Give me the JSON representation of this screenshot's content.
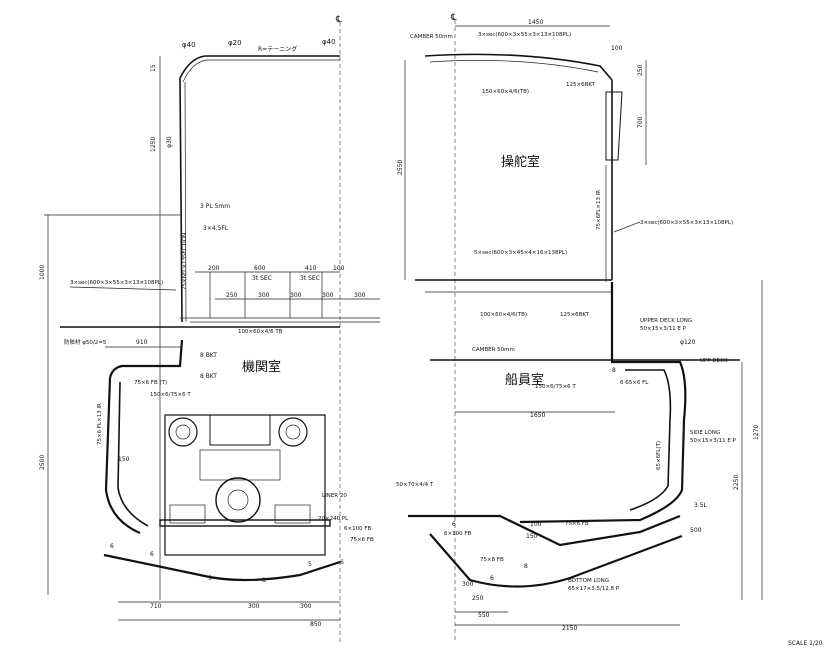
{
  "rooms": {
    "engine_room": "機関室",
    "wheelhouse": "操舵室",
    "crew_room": "船員室"
  },
  "scale_label": "SCALE 1/20",
  "left_section": {
    "roof_marks": [
      "φ40",
      "φ20",
      "φ40"
    ],
    "roof_cant": "R=テーニング",
    "height_dims": [
      "15",
      "1250",
      "1000",
      "2500"
    ],
    "post_label": "φ30",
    "plate_label": "3 PL 5mm",
    "post_side_label": "3×4.5FL",
    "post_long_label": "75×6FL×13SECTION",
    "deck_beam_label": "3×sec(600×3×55×3×13×108PL)",
    "deck_top_dims": [
      "200",
      "600",
      "410",
      "100"
    ],
    "deck_sec_labels": [
      "3t SEC",
      "3t SEC"
    ],
    "deck_spacing": [
      "250",
      "300",
      "300",
      "300",
      "300"
    ],
    "deck_girder_label": "100×60×4/6 TB",
    "vent_label": "防舷材 φ50/2=5",
    "bkt_label_1": "8 BKT",
    "bkt_label_2": "8 BKT",
    "coaming_dim": "910",
    "frame_label_a": "75×6 FB (T)",
    "frame_label_b": "150×6/75×6 T",
    "side_frame_label": "75×6 FL×13 IR",
    "side_dim": "150",
    "engine_liner": "LINER 20",
    "girder_label": "20×240 PL",
    "floor_label": "6×100 FB",
    "floor_label_2": "75×6 FB",
    "bottom_dims": [
      "710",
      "300",
      "300"
    ],
    "keel_dim": "850",
    "bottom_marks": [
      "6",
      "6",
      "5",
      "8",
      "5",
      "6"
    ]
  },
  "right_section": {
    "camber_top": "CAMBER 50mm",
    "roof_beam_label": "3×sec(600×3×55×3×13×108PL)",
    "roof_width": "1450",
    "roof_bkt": "100",
    "roof_frame_label": "150×60×4/6(TB)",
    "roof_side_label": "125×6BKT",
    "window_dims": [
      "250",
      "700"
    ],
    "wheelhouse_height": "2550",
    "side_post_label": "75×6FL×13 IR",
    "side_beam_label": "3×sec(600×3×55×3×13×108PL)",
    "deck_beam_label": "5×sec(600×3×45×4×16×138PL)",
    "deck_frame_label": "100×60×4/6(TB)",
    "deck_bkt_label": "125×6BKT",
    "upper_deck_long": "UPPER DECK LONG",
    "upper_deck_long_size": "50×15×3/11 E P",
    "camber_lower": "CAMBER 50mm",
    "upp_deck": "UPP DECK",
    "hatch_dim": "φ120",
    "crew_frame_label": "150×6/75×6 T",
    "crew_frame_dim": "8",
    "crew_frame_side": "6 65×6 FL",
    "crew_width": "1650",
    "side_long": "SIDE LONG",
    "side_long_size": "50×15×3/11 E P",
    "side_frame_label": "65×6FL(T)",
    "side_heights": [
      "2250",
      "1270"
    ],
    "floor_label": "50×70×4/4 T",
    "floor_fb": "6×100 FB",
    "floor_fb_2": "75×6 FB",
    "bottom_long": "BOTTOM LONG",
    "bottom_long_size": "65×17×3.5/12.8 P",
    "keel_size": "75×8 FB",
    "bottom_dims": [
      "550",
      "2150"
    ],
    "bottom_marks": [
      "6",
      "6",
      "8",
      "100",
      "150",
      "250",
      "500"
    ],
    "ref_mark": "3.5L",
    "bilge_mark": "300"
  }
}
